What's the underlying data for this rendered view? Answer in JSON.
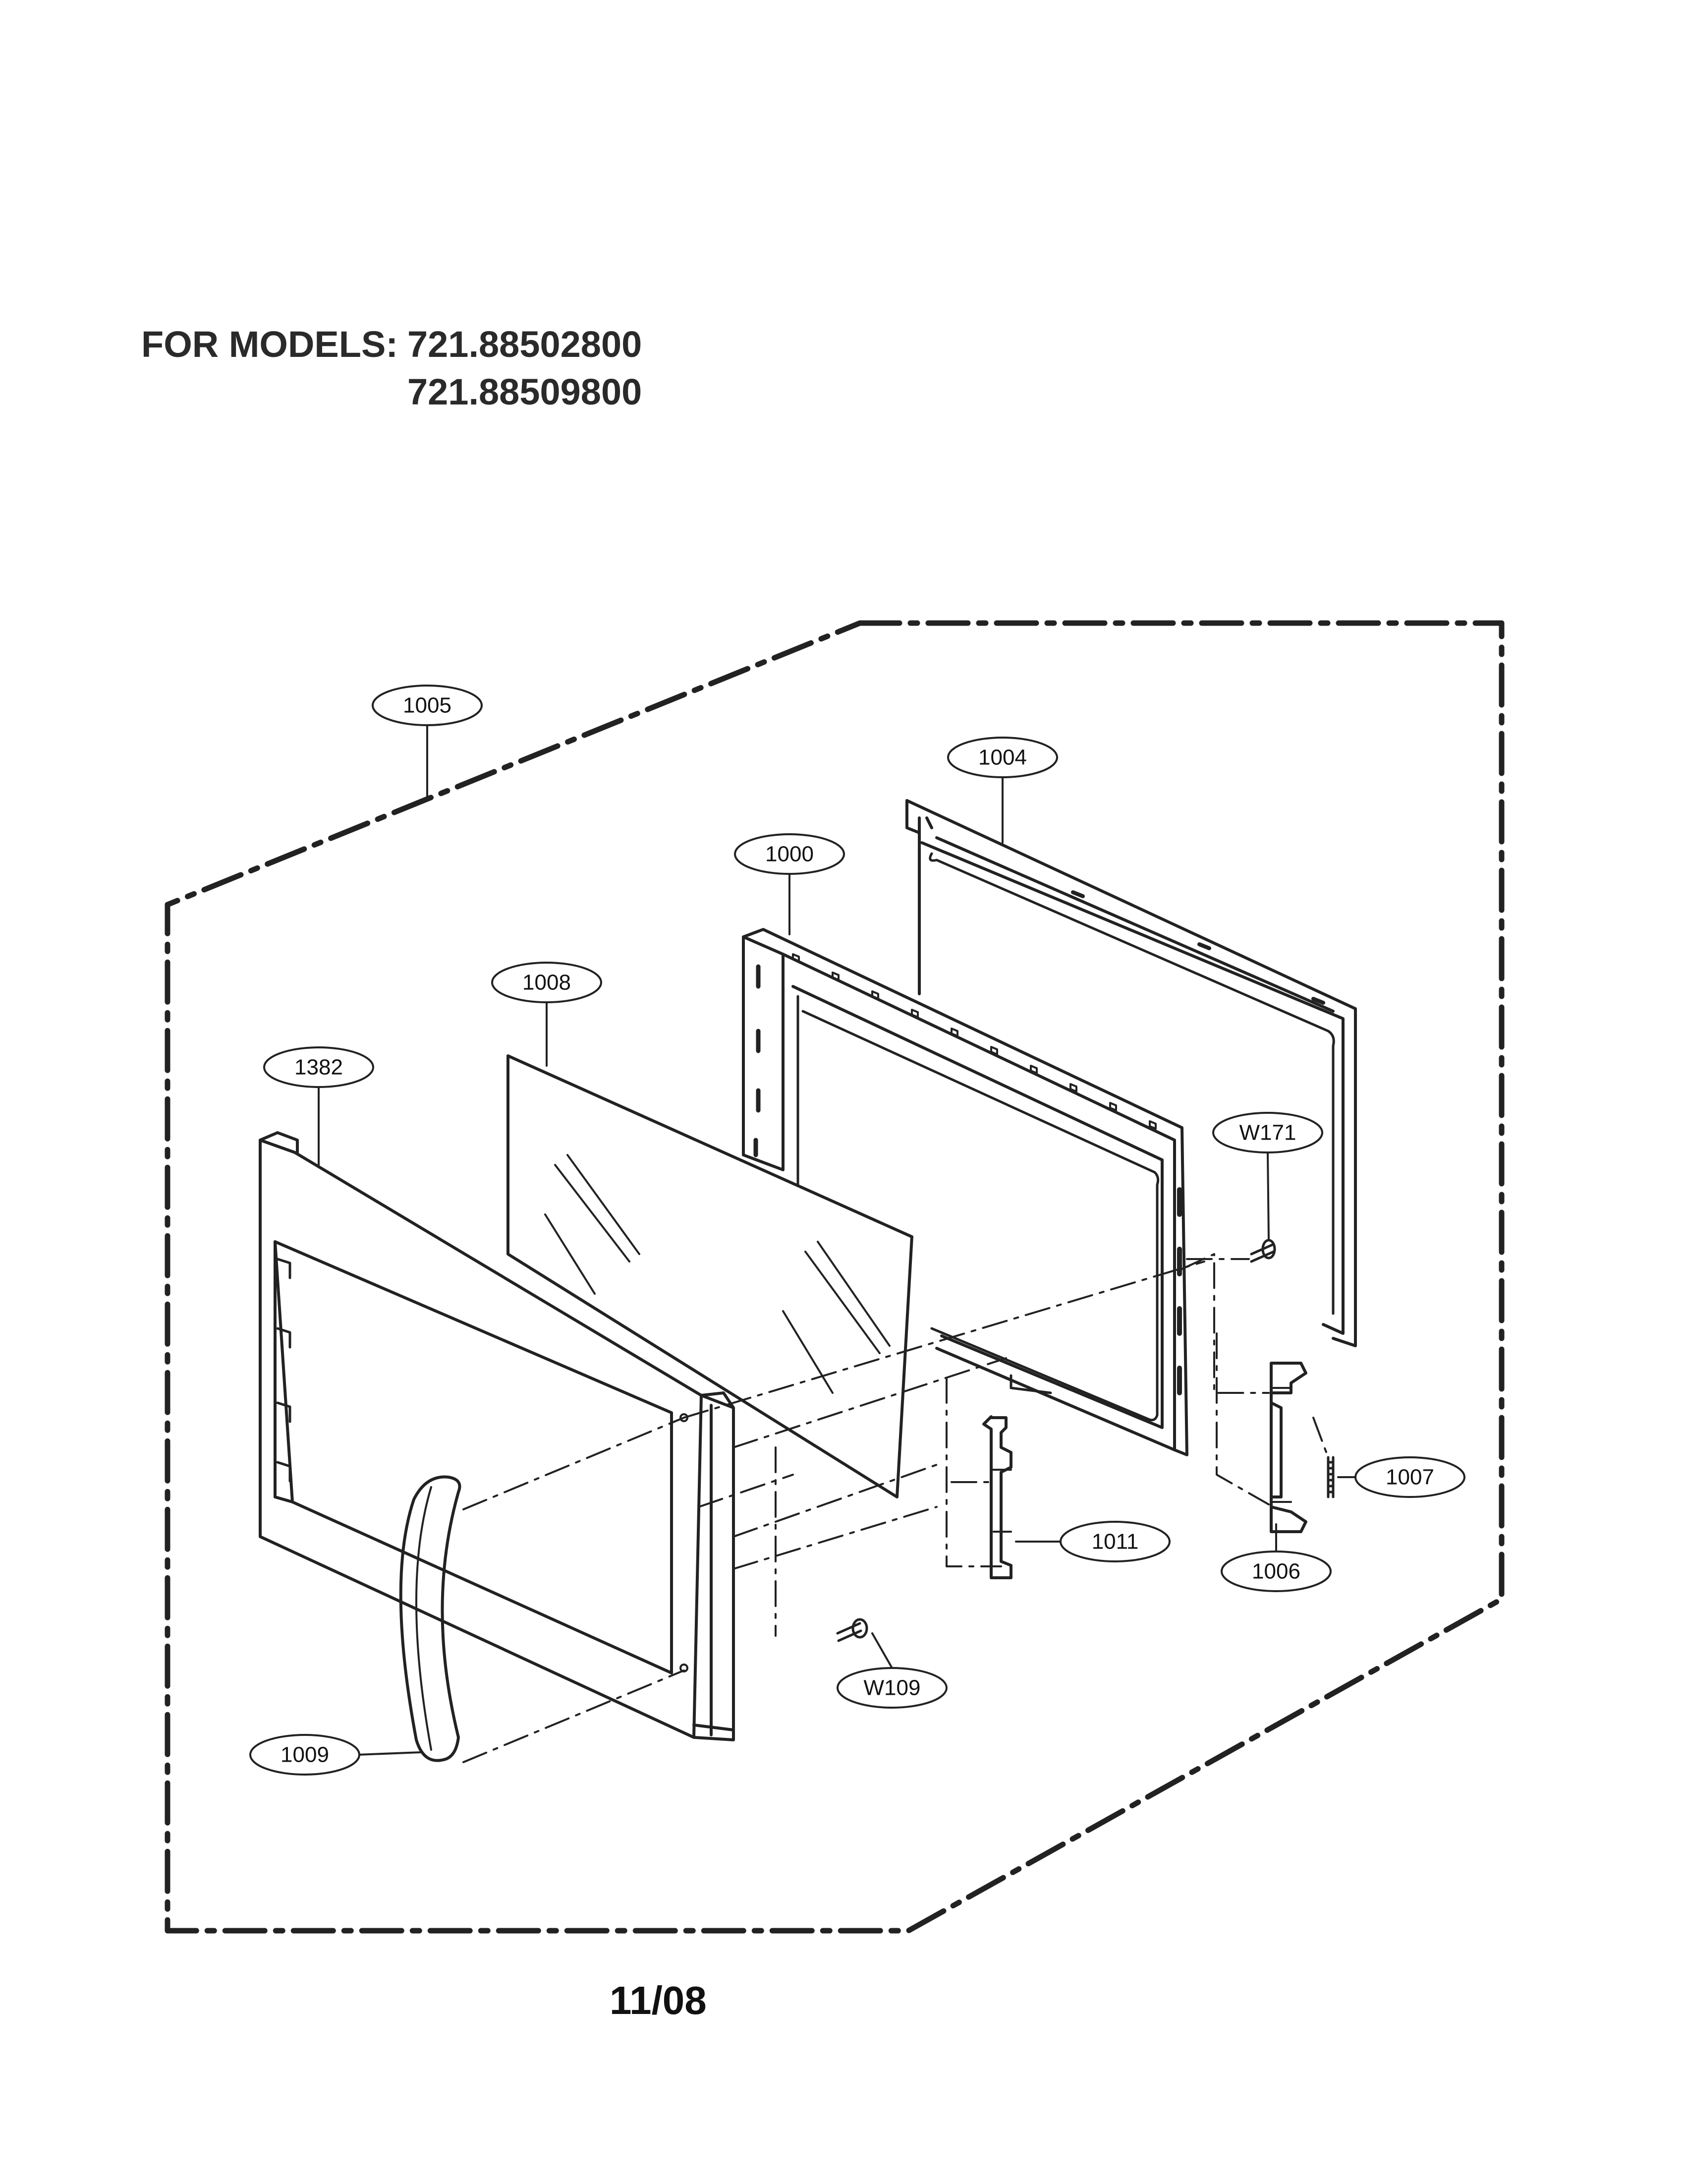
{
  "header": {
    "label": "FOR MODELS:",
    "models": [
      "721.88502800",
      "721.88509800"
    ]
  },
  "footer": {
    "date": "11/08"
  },
  "callouts": {
    "c1005": "1005",
    "c1004": "1004",
    "c1000": "1000",
    "c1008": "1008",
    "c1382": "1382",
    "cW171": "W171",
    "c1007": "1007",
    "c1011": "1011",
    "c1006": "1006",
    "cW109": "W109",
    "c1009": "1009"
  }
}
